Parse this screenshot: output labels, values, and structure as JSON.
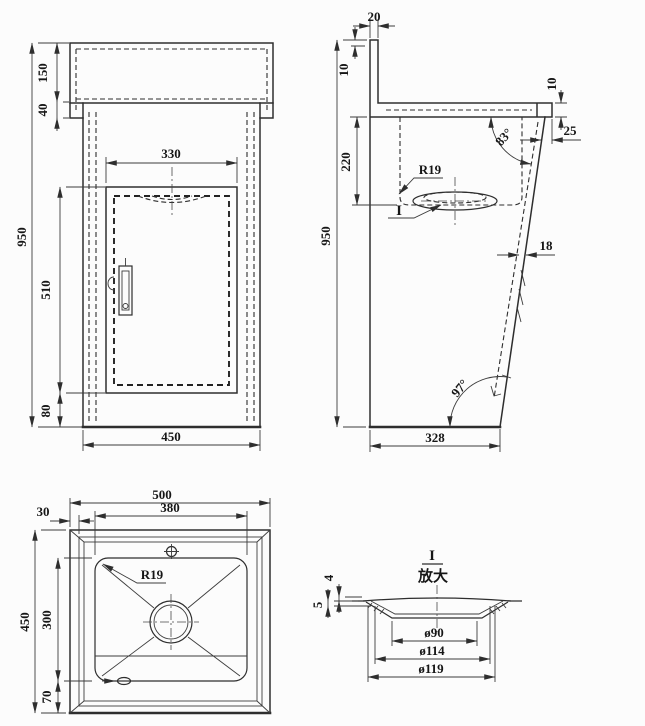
{
  "drawing": {
    "background": "#fcfcfc",
    "line_color": "#2e2e2e",
    "text_color": "#161616",
    "front": {
      "overall_height": "950",
      "top_height": "150",
      "apron_height": "40",
      "opening_width": "330",
      "door_height": "510",
      "base_gap": "80",
      "overall_width": "450"
    },
    "side": {
      "splash_width": "20",
      "splash_lip_height": "10",
      "basin_depth": "220",
      "overall_height": "950",
      "rear_lip_height": "10",
      "rear_lip_offset": "25",
      "top_angle": "83°",
      "corner_radius": "R19",
      "detail_mark": "I",
      "wall_thickness": "18",
      "base_angle": "97°",
      "base_depth": "328"
    },
    "top": {
      "overall_width": "500",
      "rim_width": "30",
      "basin_width": "380",
      "overall_depth": "450",
      "basin_depth": "300",
      "front_rim": "70",
      "corner_radius": "R19"
    },
    "detail": {
      "mark": "I",
      "title": "放大",
      "lip_height": "4",
      "flange_drop": "5",
      "inner_diameter": "ø90",
      "mid_diameter": "ø114",
      "outer_diameter": "ø119"
    }
  }
}
